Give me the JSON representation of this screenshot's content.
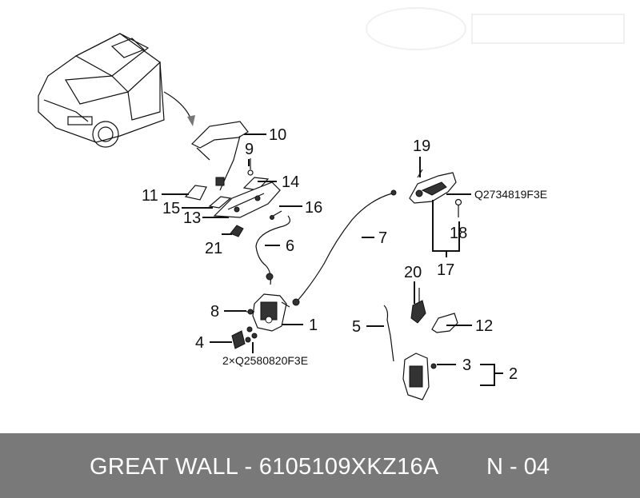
{
  "callouts": {
    "c1": "1",
    "c2": "2",
    "c3": "3",
    "c4": "4",
    "c5": "5",
    "c6": "6",
    "c7": "7",
    "c8": "8",
    "c9": "9",
    "c10": "10",
    "c11": "11",
    "c12": "12",
    "c13": "13",
    "c14": "14",
    "c15": "15",
    "c16": "16",
    "c17": "17",
    "c18": "18",
    "c19": "19",
    "c20": "20",
    "c21": "21"
  },
  "part_numbers": {
    "bolt_part": "2×Q2580820F3E",
    "handle_part": "Q2734819F3E"
  },
  "footer": {
    "title": "GREAT WALL - 6105109XKZ16A",
    "code": "N - 04"
  },
  "colors": {
    "footer_bg": "#797979",
    "footer_text": "#ffffff",
    "line": "#111111"
  }
}
